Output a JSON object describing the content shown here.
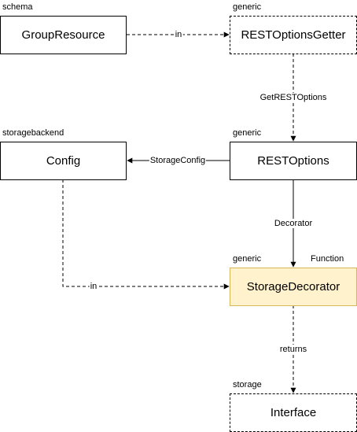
{
  "packages": {
    "schema": "schema",
    "generic_top": "generic",
    "storagebackend": "storagebackend",
    "generic_mid": "generic",
    "generic_low": "generic",
    "function": "Function",
    "storage": "storage"
  },
  "nodes": {
    "group_resource": "GroupResource",
    "rest_options_getter": "RESTOptionsGetter",
    "config": "Config",
    "rest_options": "RESTOptions",
    "storage_decorator": "StorageDecorator",
    "interface": "Interface"
  },
  "edges": {
    "group_resource_in": "in",
    "get_rest_options": "GetRESTOptions",
    "storage_config": "StorageConfig",
    "decorator": "Decorator",
    "config_in": "in",
    "returns": "returns"
  },
  "colors": {
    "highlight_fill": "#fff2cc",
    "highlight_border": "#d6b656",
    "line": "#000000"
  }
}
